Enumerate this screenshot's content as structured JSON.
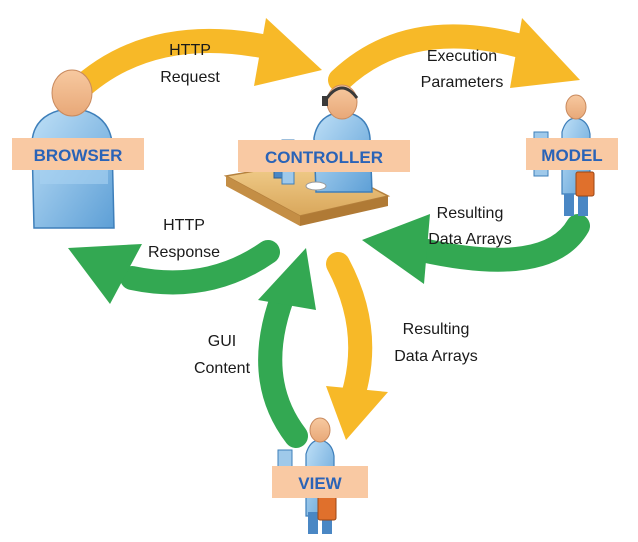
{
  "nodes": {
    "browser": "BROWSER",
    "controller": "CONTROLLER",
    "model": "MODEL",
    "view": "VIEW"
  },
  "edges": {
    "http_request": [
      "HTTP",
      "Request"
    ],
    "execution_parameters": [
      "Execution",
      "Parameters"
    ],
    "model_result": [
      "Resulting",
      "Data Arrays"
    ],
    "http_response": [
      "HTTP",
      "Response"
    ],
    "controller_to_view": [
      "Resulting",
      "Data Arrays"
    ],
    "gui_content": [
      "GUI",
      "Content"
    ]
  },
  "colors": {
    "request_flow": "#f7b928",
    "response_flow": "#33a852",
    "label_box": "#f9c9a3",
    "label_text": "#2a63b7"
  },
  "icons": {
    "browser": "user-icon",
    "controller": "operator-at-desk-icon",
    "model": "worker-with-briefcase-icon",
    "view": "worker-with-briefcase-icon"
  }
}
